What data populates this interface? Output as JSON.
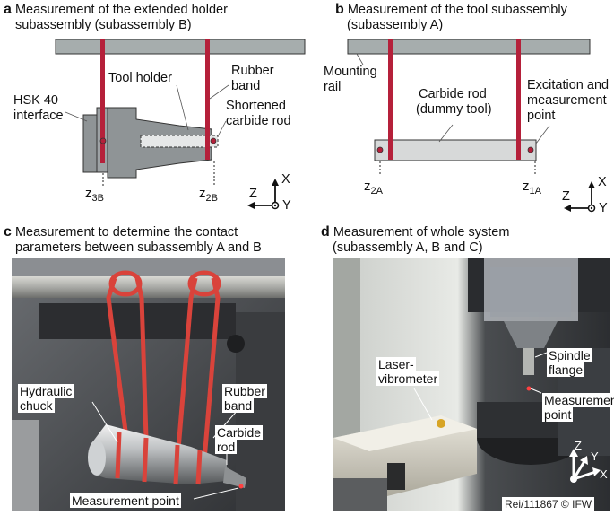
{
  "panel_a": {
    "letter": "a",
    "title_line1": "Measurement of the extended holder",
    "title_line2": "subassembly (subassembly B)",
    "labels": {
      "tool_holder": "Tool holder",
      "rubber_band_1": "Rubber",
      "rubber_band_2": "band",
      "hsk_1": "HSK 40",
      "hsk_2": "interface",
      "shortened_1": "Shortened",
      "shortened_2": "carbide rod"
    },
    "points": {
      "z3b_main": "z",
      "z3b_sub": "3B",
      "z2b_main": "z",
      "z2b_sub": "2B"
    },
    "axes": {
      "z": "Z",
      "x": "X",
      "y": "Y"
    }
  },
  "panel_b": {
    "letter": "b",
    "title_line1": "Measurement of the tool subassembly",
    "title_line2": "(subassembly A)",
    "labels": {
      "mounting_1": "Mounting",
      "mounting_2": "rail",
      "carbide_1": "Carbide rod",
      "carbide_2": "(dummy tool)",
      "excitation_1": "Excitation and",
      "excitation_2": "measurement",
      "excitation_3": "point"
    },
    "points": {
      "z2a_main": "z",
      "z2a_sub": "2A",
      "z1a_main": "z",
      "z1a_sub": "1A"
    },
    "axes": {
      "z": "Z",
      "x": "X",
      "y": "Y"
    }
  },
  "panel_c": {
    "letter": "c",
    "title_line1": "Measurement to determine the contact",
    "title_line2": "parameters between subassembly A and B",
    "labels": {
      "hydraulic_1": "Hydraulic",
      "hydraulic_2": "chuck",
      "rubber_1": "Rubber",
      "rubber_2": "band",
      "carbide_1": "Carbide",
      "carbide_2": "rod",
      "measurement_point": "Measurement point"
    }
  },
  "panel_d": {
    "letter": "d",
    "title_line1": "Measurement of whole system",
    "title_line2": "(subassembly A, B and C)",
    "labels": {
      "laser_1": "Laser-",
      "laser_2": "vibrometer",
      "spindle_1": "Spindle",
      "spindle_2": "flange",
      "measurement_1": "Measurement",
      "measurement_2": "point"
    },
    "axes": {
      "z": "Z",
      "y": "Y",
      "x": "X"
    },
    "credit": "Rei/111867 © IFW"
  },
  "colors": {
    "rail": "#a6adad",
    "band": "#b5203a",
    "part": "#8f9496",
    "rod": "#d7d9d9"
  }
}
